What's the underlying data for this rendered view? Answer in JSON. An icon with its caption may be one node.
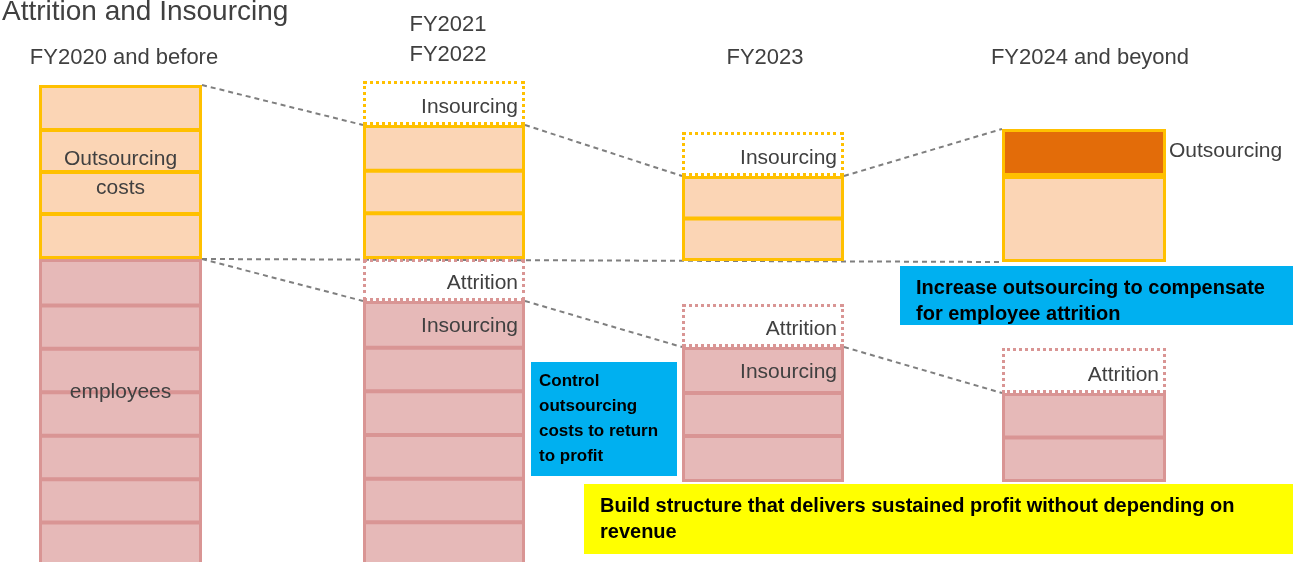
{
  "diagram": {
    "title": "Attrition and Insourcing",
    "nodes": [
      {
        "text": [
          "Outsourcing costs"
        ]
      },
      {
        "text": [
          "employees"
        ]
      },
      {
        "text": [
          "Insourcing"
        ]
      },
      {
        "text": [],
        "shape": "box"
      },
      {
        "text": [
          "Attrition"
        ]
      },
      {
        "text": [
          "Insourcing"
        ]
      },
      {
        "text": [
          "Insourcing"
        ]
      },
      {
        "text": [],
        "shape": "box"
      },
      {
        "text": [
          "Attrition"
        ]
      },
      {
        "text": [
          "Insourcing"
        ]
      },
      {
        "text": [],
        "shape": "box",
        "beside": [
          "Outsourcing"
        ]
      },
      {
        "text": [],
        "shape": "box"
      },
      {
        "text": [
          "Attrition"
        ]
      },
      {
        "text": [],
        "shape": "box"
      },
      {
        "text": [
          "Control outsourcing costs to return to profit"
        ]
      },
      {
        "text": [
          "Increase outsourcing to compensate for employee attrition"
        ]
      },
      {
        "text": [
          "Build structure that delivers sustained profit without depending on revenue"
        ]
      }
    ],
    "edges": [
      {
        "from": 0,
        "to": 2,
        "arrow": "none",
        "style": "dashed"
      },
      {
        "from": 2,
        "to": 6,
        "arrow": "none",
        "style": "dashed"
      },
      {
        "from": 7,
        "to": 10,
        "arrow": "none",
        "style": "dashed"
      },
      {
        "from": 1,
        "to": 11,
        "arrow": "none",
        "style": "dashed"
      },
      {
        "from": 1,
        "to": 4,
        "arrow": "none",
        "style": "dashed"
      },
      {
        "from": 4,
        "to": 8,
        "arrow": "none",
        "style": "dashed"
      },
      {
        "from": 8,
        "to": 12,
        "arrow": "none",
        "style": "dashed"
      }
    ],
    "labels": [
      "FY2020 and before",
      "FY2021 FY2022",
      "FY2023",
      "FY2024 and beyond"
    ]
  }
}
